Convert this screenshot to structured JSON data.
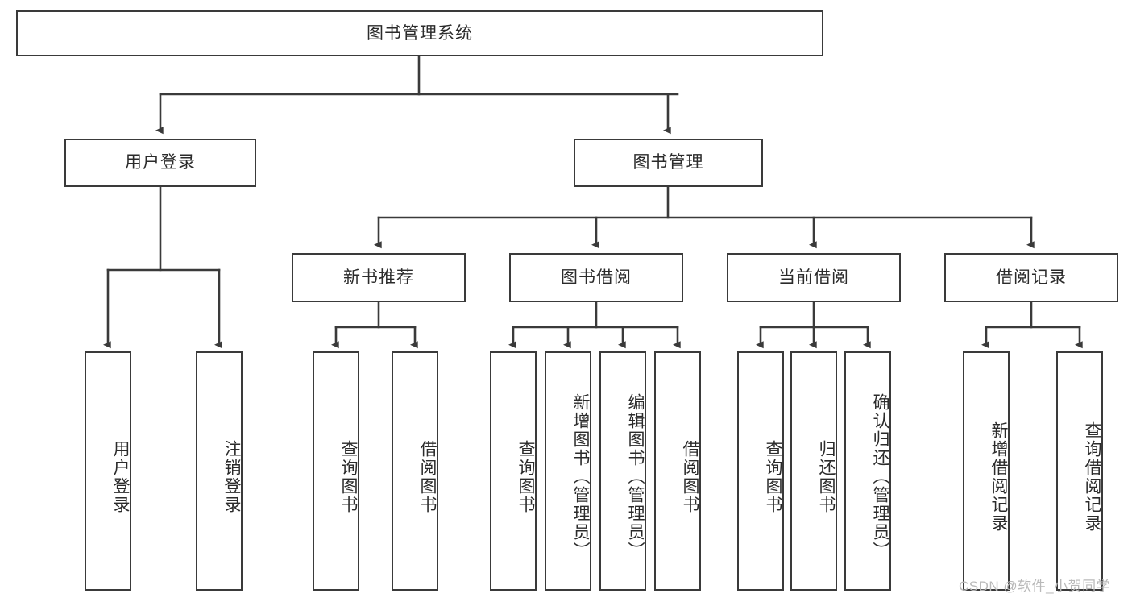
{
  "diagram": {
    "title": "图书管理系统",
    "watermark": "CSDN @软件_小贺同学",
    "colors": {
      "stroke": "#3a3a3a",
      "fill": "#ffffff",
      "text": "#2b2b2b",
      "watermark": "#b9b9b9"
    },
    "root": {
      "label": "图书管理系统"
    },
    "level2": [
      {
        "label": "用户登录"
      },
      {
        "label": "图书管理"
      }
    ],
    "level3": [
      {
        "label": "新书推荐"
      },
      {
        "label": "图书借阅"
      },
      {
        "label": "当前借阅"
      },
      {
        "label": "借阅记录"
      }
    ],
    "leaves": {
      "user_login": [
        {
          "label": "用户登录"
        },
        {
          "label": "注销登录"
        }
      ],
      "new_book": [
        {
          "label": "查询图书"
        },
        {
          "label": "借阅图书"
        }
      ],
      "book_borrow": [
        {
          "label": "查询图书"
        },
        {
          "label": "新增图书（管理员）"
        },
        {
          "label": "编辑图书（管理员）"
        },
        {
          "label": "借阅图书"
        }
      ],
      "current_borrow": [
        {
          "label": "查询图书"
        },
        {
          "label": "归还图书"
        },
        {
          "label": "确认归还（管理员）"
        }
      ],
      "borrow_record": [
        {
          "label": "新增借阅记录"
        },
        {
          "label": "查询借阅记录"
        }
      ]
    }
  }
}
